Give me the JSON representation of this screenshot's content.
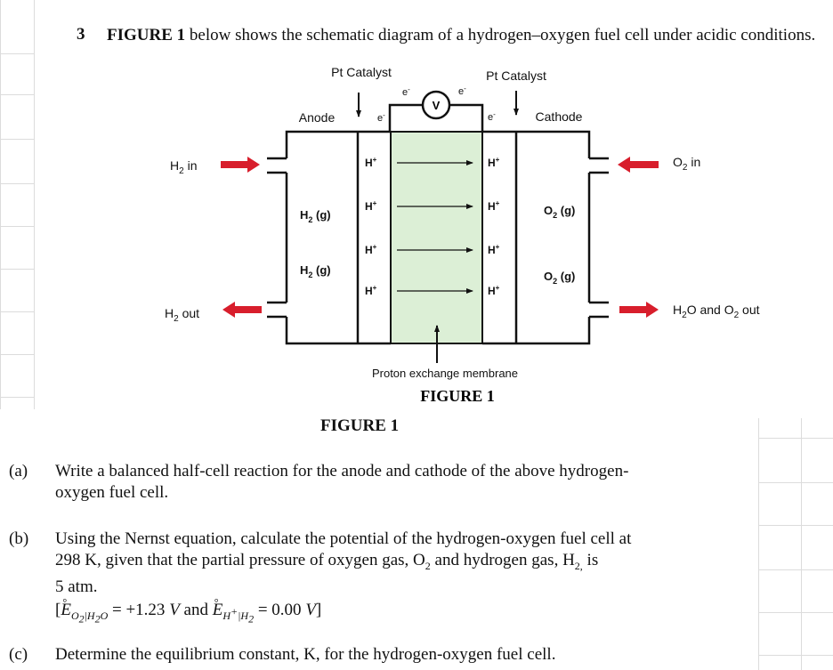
{
  "question": {
    "number": "3",
    "intro_bold": "FIGURE 1",
    "intro_rest": " below shows the schematic diagram of a hydrogen–oxygen fuel cell under acidic conditions."
  },
  "diagram": {
    "pt_catalyst_left": "Pt Catalyst",
    "pt_catalyst_right": "Pt Catalyst",
    "anode": "Anode",
    "cathode": "Cathode",
    "voltmeter": "V",
    "electron": "e",
    "electron_sup": "-",
    "h2_in": "H",
    "h2_in_sub": "2",
    "h2_in_suffix": " in",
    "h2_out": "H",
    "h2_out_sub": "2",
    "h2_out_suffix": " out",
    "o2_in": "O",
    "o2_in_sub": "2",
    "o2_in_suffix": " in",
    "h2o_out_a": "H",
    "h2o_out_a_sub": "2",
    "h2o_out_b": "O and O",
    "h2o_out_b_sub": "2",
    "h2o_out_c": " out",
    "h2_gas": "H",
    "h2_gas_sub": "2",
    "h2_gas_suffix": " (g)",
    "o2_gas": "O",
    "o2_gas_sub": "2",
    "o2_gas_suffix": " (g)",
    "proton": "H",
    "proton_sup": "+",
    "membrane_label": "Proton exchange membrane",
    "figure_caption_inner": "FIGURE 1",
    "colors": {
      "membrane_fill": "#dcefd6",
      "arrow_red": "#d81e2c",
      "line": "#111111"
    }
  },
  "figure_caption_outer": "FIGURE 1",
  "parts": {
    "a": {
      "label": "(a)",
      "line1": "Write a balanced half-cell reaction for the anode and cathode of the above hydrogen-",
      "line2": "oxygen fuel cell."
    },
    "b": {
      "label": "(b)",
      "line1": "Using the Nernst equation, calculate the potential of the hydrogen-oxygen fuel cell at",
      "line2a": "298 K, given that the partial pressure of oxygen gas, O",
      "line2_sub1": "2",
      "line2b": " and hydrogen gas, H",
      "line2_sub2": "2,",
      "line2c": " is",
      "line3": "5 atm.",
      "eq_open": "[",
      "eq_e1": "E",
      "eq_e1_sub": "O",
      "eq_e1_sub2": "2",
      "eq_e1_sub3": "|H",
      "eq_e1_sub4": "2",
      "eq_e1_sub5": "O",
      "eq_val1": " = +1.23 ",
      "eq_unit1": "V",
      "eq_and": " and ",
      "eq_e2": "E",
      "eq_e2_sub": "H",
      "eq_e2_sub_sup": "+",
      "eq_e2_sub2": "|H",
      "eq_e2_sub3": "2",
      "eq_val2": " = 0.00 ",
      "eq_unit2": "V",
      "eq_close": "]",
      "degree": "°"
    },
    "c": {
      "label": "(c)",
      "text": "Determine the equilibrium constant, K, for the hydrogen-oxygen fuel cell."
    }
  }
}
